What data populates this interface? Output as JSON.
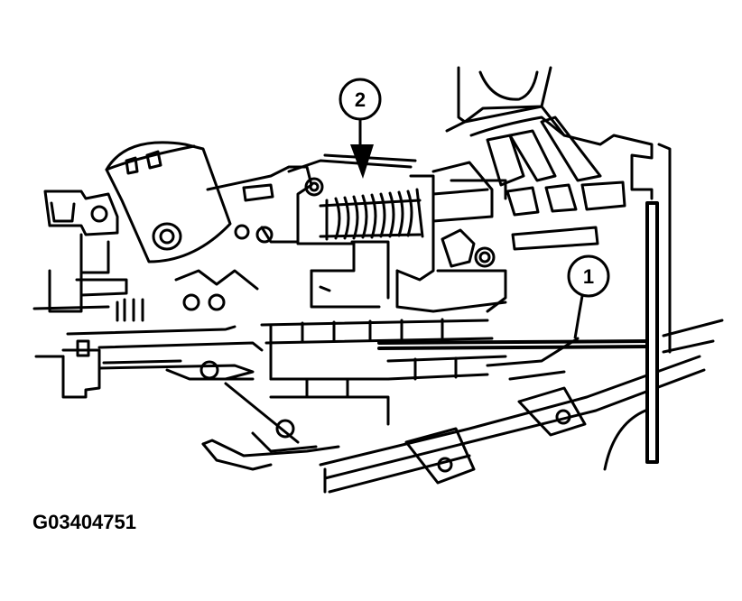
{
  "figure": {
    "id_label": "G03404751",
    "subject": "mechanical assembly with spring and inserted rod",
    "line_color": "#000000",
    "background": "#ffffff"
  },
  "callouts": [
    {
      "number": "1",
      "target": "rod"
    },
    {
      "number": "2",
      "target": "spring"
    }
  ]
}
